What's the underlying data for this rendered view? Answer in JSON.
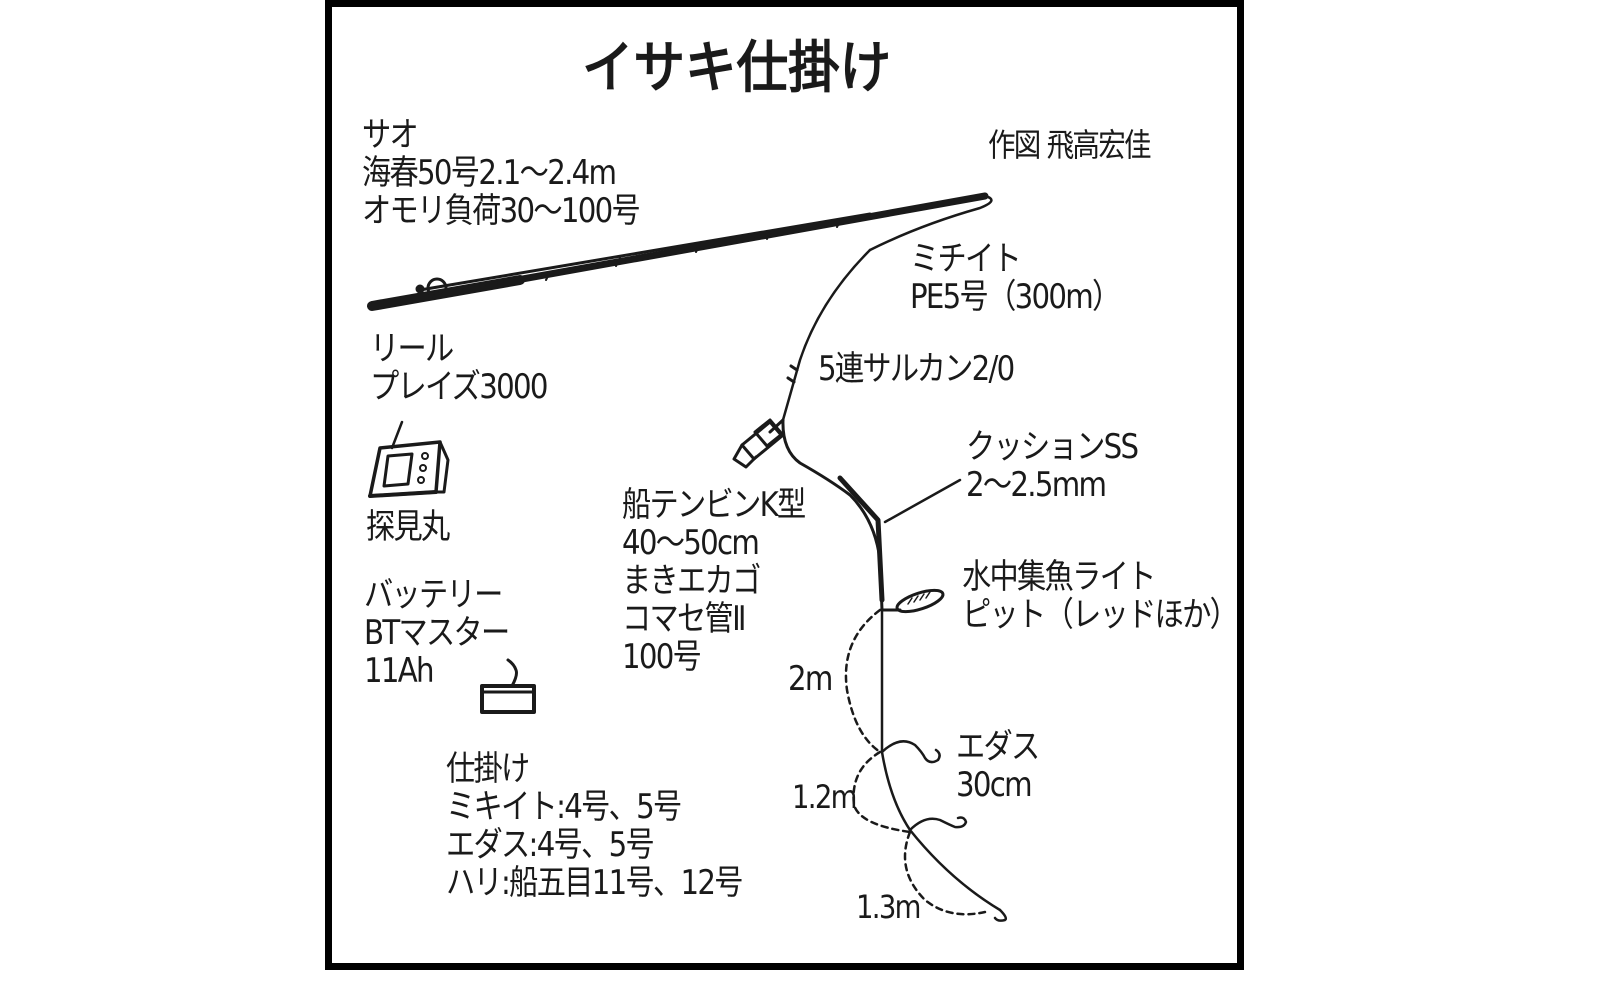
{
  "title": "イサキ仕掛け",
  "credit": "作図 飛高宏佳",
  "rod": {
    "heading": "サオ",
    "lines": [
      "海春50号2.1〜2.4m",
      "オモリ負荷30〜100号"
    ]
  },
  "reel": {
    "heading": "リール",
    "lines": [
      "プレイズ3000"
    ]
  },
  "fishfinder": {
    "label": "探見丸"
  },
  "battery": {
    "heading": "バッテリー",
    "lines": [
      "BTマスター",
      "11Ah"
    ]
  },
  "rig_spec": {
    "heading": "仕掛け",
    "lines": [
      "ミキイト:4号、5号",
      "エダス:4号、5号",
      "ハリ:船五目11号、12号"
    ]
  },
  "mainline": {
    "heading": "ミチイト",
    "lines": [
      "PE5号（300m）"
    ]
  },
  "swivel": {
    "label": "5連サルカン2/0"
  },
  "tenbin": {
    "heading": "船テンビンK型",
    "lines": [
      "40〜50cm",
      "まきエカゴ",
      "コマセ管Ⅱ",
      "100号"
    ]
  },
  "cushion": {
    "heading": "クッションSS",
    "lines": [
      "2〜2.5mm"
    ]
  },
  "light": {
    "heading": "水中集魚ライト",
    "lines": [
      "ピット（レッドほか）"
    ]
  },
  "branch": {
    "heading": "エダス",
    "lines": [
      "30cm"
    ]
  },
  "distances": [
    "2m",
    "1.2m",
    "1.3m"
  ],
  "colors": {
    "ink": "#1a1a1a",
    "frame": "#000000",
    "background": "#ffffff"
  }
}
